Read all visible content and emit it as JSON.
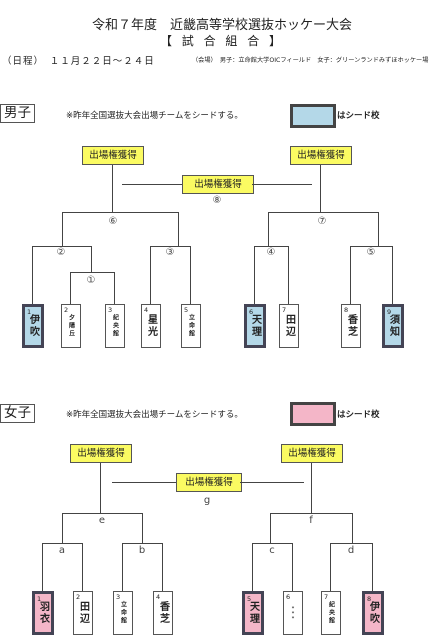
{
  "header": {
    "title": "令和７年度　近畿高等学校選抜ホッケー大会",
    "subtitle": "【 試 合 組 合 】",
    "dates": "（日程）　１１月２２日～２４日",
    "venue": "（会場）　男子：立命館大学OICフィールド　女子：グリーンランドみずほホッケー場"
  },
  "men": {
    "section_label": "男子",
    "note": "※昨年全国選抜大会出場チームをシードする。",
    "legend": "はシード校",
    "seed_color": "#b4d8e8",
    "qualify": "出場権獲得",
    "rounds": [
      "①",
      "②",
      "③",
      "④",
      "⑤",
      "⑥",
      "⑦",
      "⑧"
    ],
    "teams": [
      {
        "num": "1",
        "name": "伊吹",
        "seed": true
      },
      {
        "num": "2",
        "name": "夕陽丘",
        "seed": false
      },
      {
        "num": "3",
        "name": "紀央館",
        "seed": false
      },
      {
        "num": "4",
        "name": "星光",
        "seed": false
      },
      {
        "num": "5",
        "name": "立命館",
        "seed": false
      },
      {
        "num": "6",
        "name": "天理",
        "seed": true
      },
      {
        "num": "7",
        "name": "田辺",
        "seed": false
      },
      {
        "num": "8",
        "name": "香芝",
        "seed": false
      },
      {
        "num": "9",
        "name": "須知",
        "seed": true
      }
    ]
  },
  "women": {
    "section_label": "女子",
    "note": "※昨年全国選抜大会出場チームをシードする。",
    "legend": "はシード校",
    "seed_color": "#f4b6c8",
    "qualify": "出場権獲得",
    "rounds": [
      "a",
      "b",
      "c",
      "d",
      "e",
      "f",
      "g"
    ],
    "teams": [
      {
        "num": "1",
        "name": "羽衣",
        "seed": true
      },
      {
        "num": "2",
        "name": "田辺",
        "seed": false
      },
      {
        "num": "3",
        "name": "立命館",
        "seed": false
      },
      {
        "num": "4",
        "name": "香芝",
        "seed": false
      },
      {
        "num": "5",
        "name": "天理",
        "seed": true
      },
      {
        "num": "6",
        "name": "＊＊＊",
        "seed": false
      },
      {
        "num": "7",
        "name": "紀央館",
        "seed": false
      },
      {
        "num": "8",
        "name": "伊吹",
        "seed": true
      }
    ]
  }
}
